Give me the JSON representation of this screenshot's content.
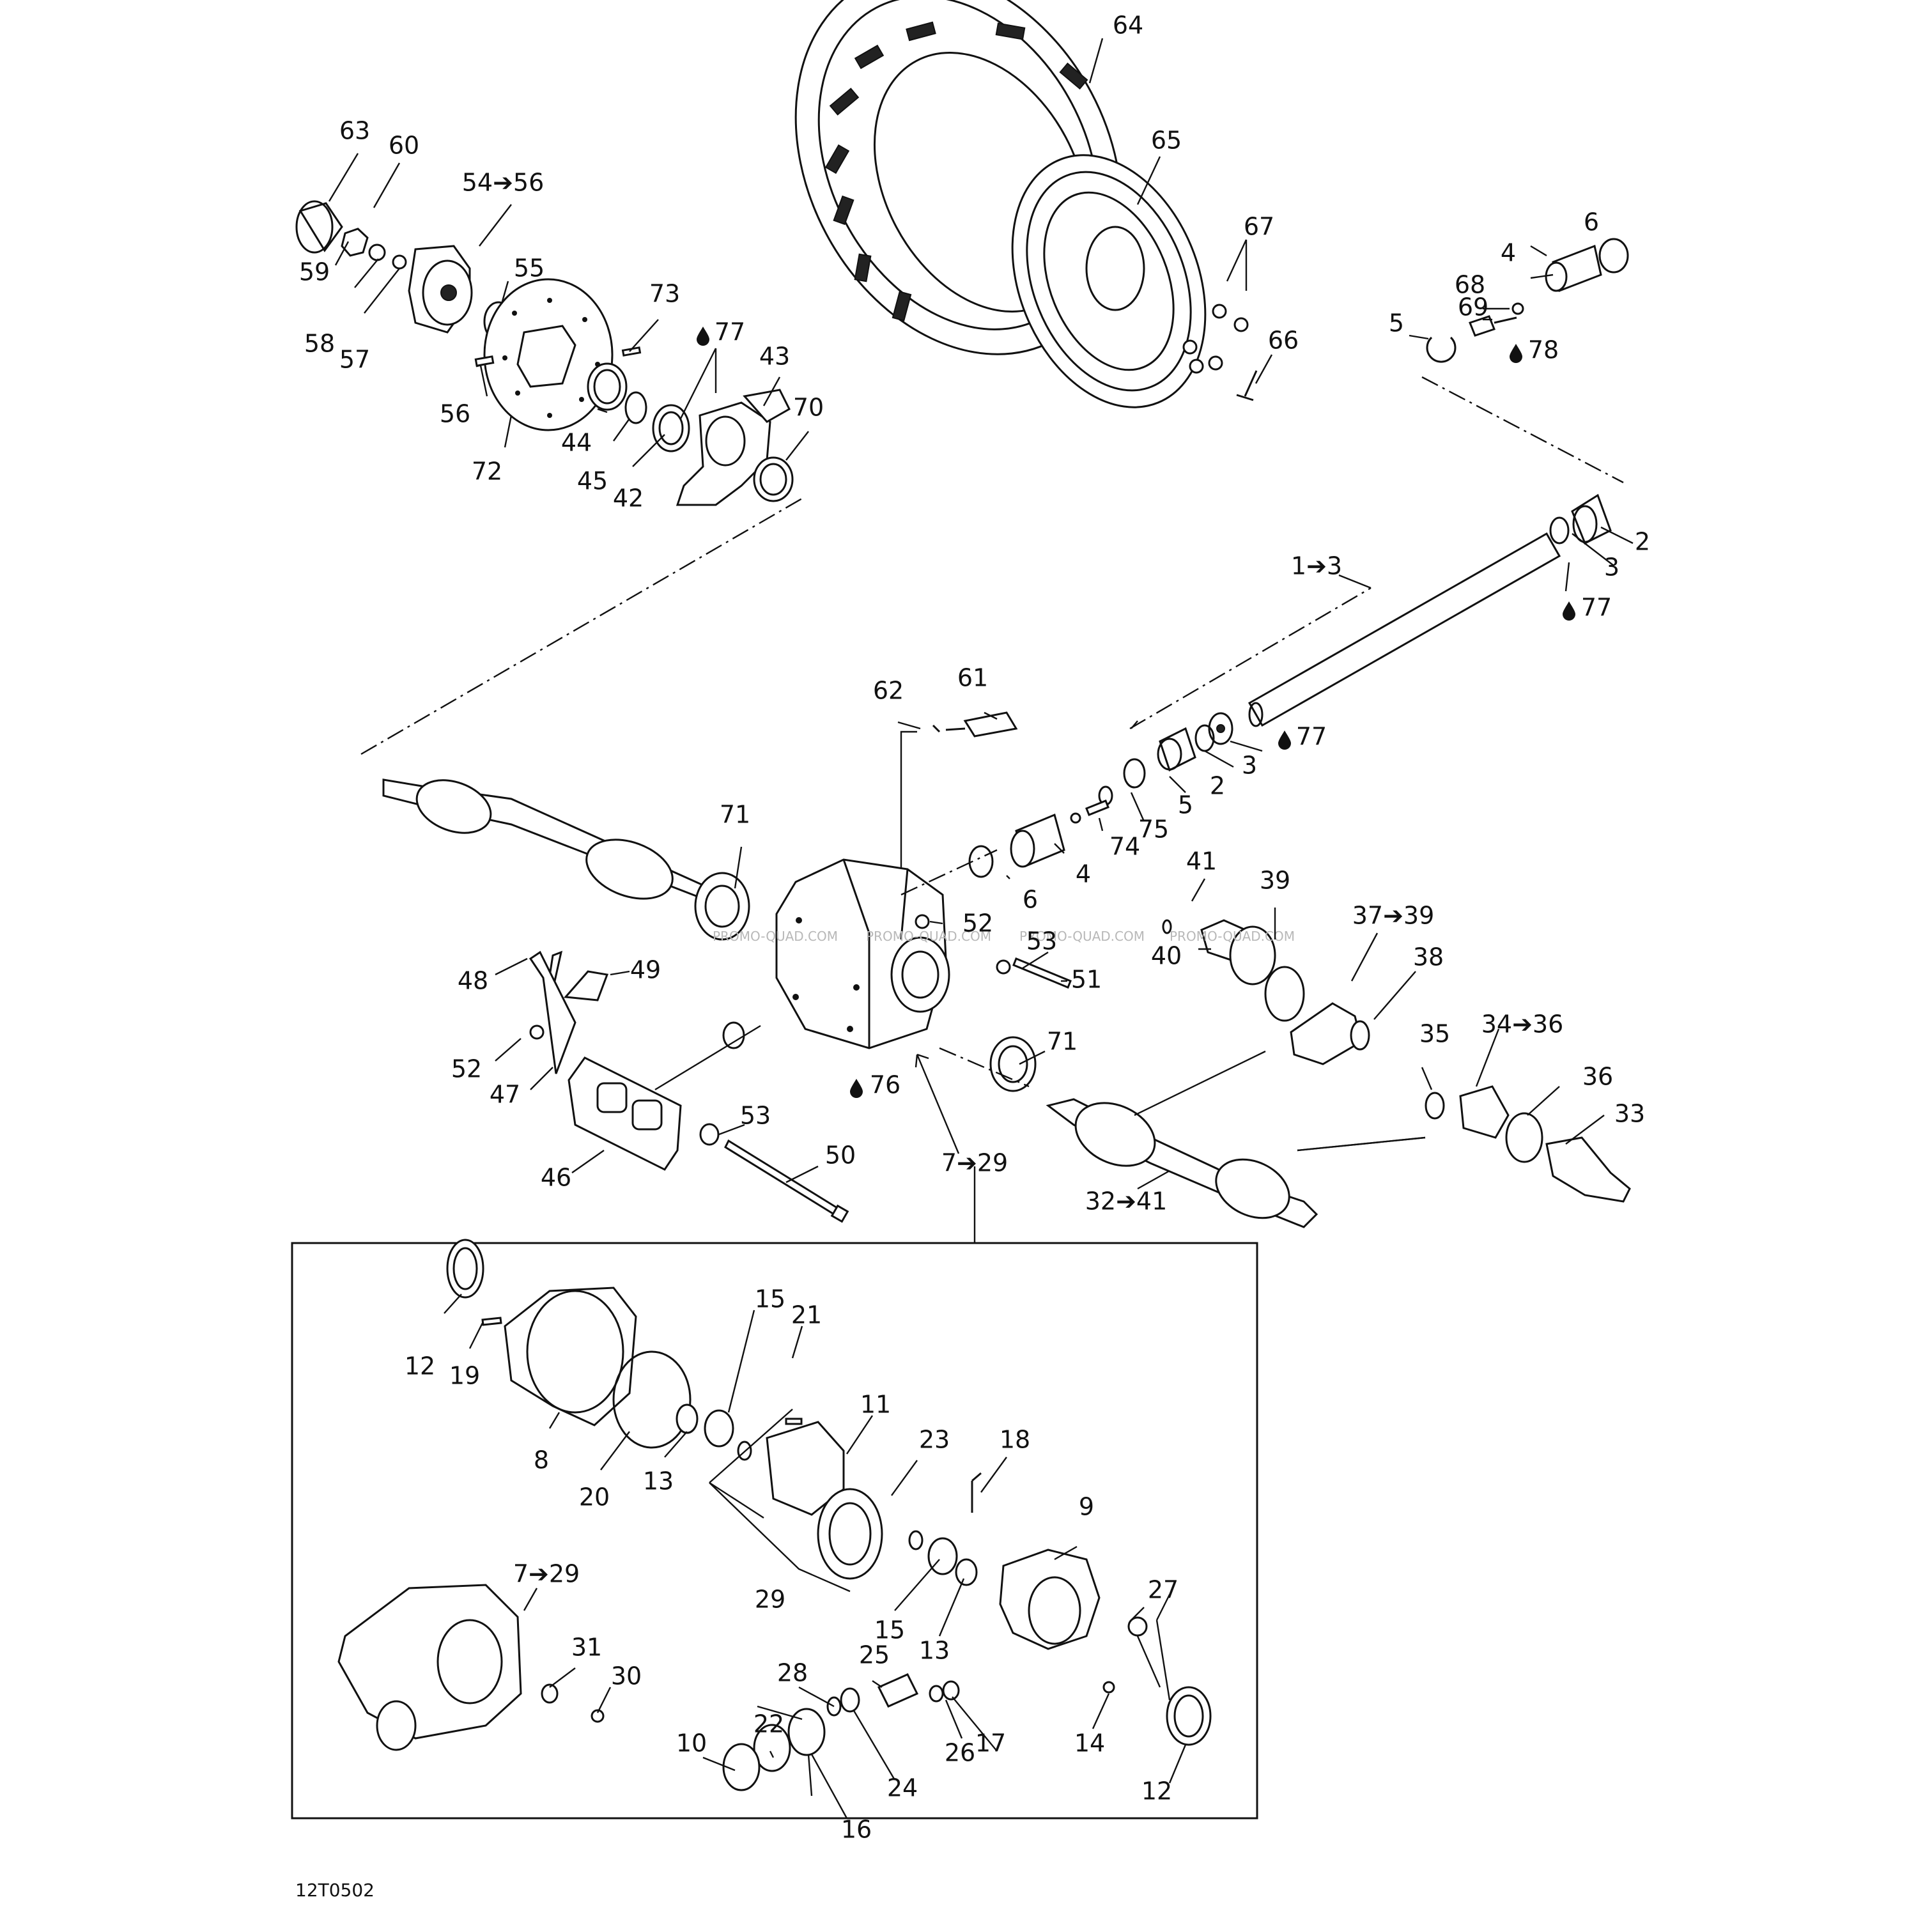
{
  "drawing_number": "12T0502",
  "watermark": "PROMO-QUAD.COM",
  "callouts": {
    "c64": "64",
    "c65": "65",
    "c67": "67",
    "c66": "66",
    "c63": "63",
    "c60": "60",
    "c54_56": "54➔56",
    "c55": "55",
    "c59": "59",
    "c58": "58",
    "c57": "57",
    "c56": "56",
    "c72": "72",
    "c44": "44",
    "c45": "45",
    "c42": "42",
    "c73": "73",
    "c77a": "77",
    "c43": "43",
    "c70": "70",
    "c6a": "6",
    "c4a": "4",
    "c68": "68",
    "c5a": "5",
    "c69": "69",
    "c78": "78",
    "c2a": "2",
    "c3a": "3",
    "c77b": "77",
    "c1_3": "1➔3",
    "c62": "62",
    "c61": "61",
    "c77c": "77",
    "c3b": "3",
    "c2b": "2",
    "c5b": "5",
    "c75": "75",
    "c74": "74",
    "c4b": "4",
    "c6b": "6",
    "c71a": "71",
    "c52a": "52",
    "c53a": "53",
    "c51": "51",
    "c41": "41",
    "c39": "39",
    "c37_39": "37➔39",
    "c40": "40",
    "c38": "38",
    "c48": "48",
    "c49": "49",
    "c52b": "52",
    "c47": "47",
    "c46": "46",
    "c53b": "53",
    "c50": "50",
    "c76": "76",
    "c71b": "71",
    "c7_29a": "7➔29",
    "c35": "35",
    "c34_36": "34➔36",
    "c36": "36",
    "c33": "33",
    "c32_41": "32➔41",
    "c12a": "12",
    "c19": "19",
    "c8": "8",
    "c20": "20",
    "c13a": "13",
    "c15a": "15",
    "c21": "21",
    "c11": "11",
    "c23": "23",
    "c18": "18",
    "c29": "29",
    "c9": "9",
    "c15b": "15",
    "c13b": "13",
    "c27": "27",
    "c7_29b": "7➔29",
    "c31": "31",
    "c30": "30",
    "c25": "25",
    "c28": "28",
    "c22": "22",
    "c10": "10",
    "c26": "26",
    "c17": "17",
    "c14": "14",
    "c12b": "12",
    "c24": "24",
    "c16": "16"
  },
  "icons": {
    "oil_drop": "oil-drop-icon"
  }
}
